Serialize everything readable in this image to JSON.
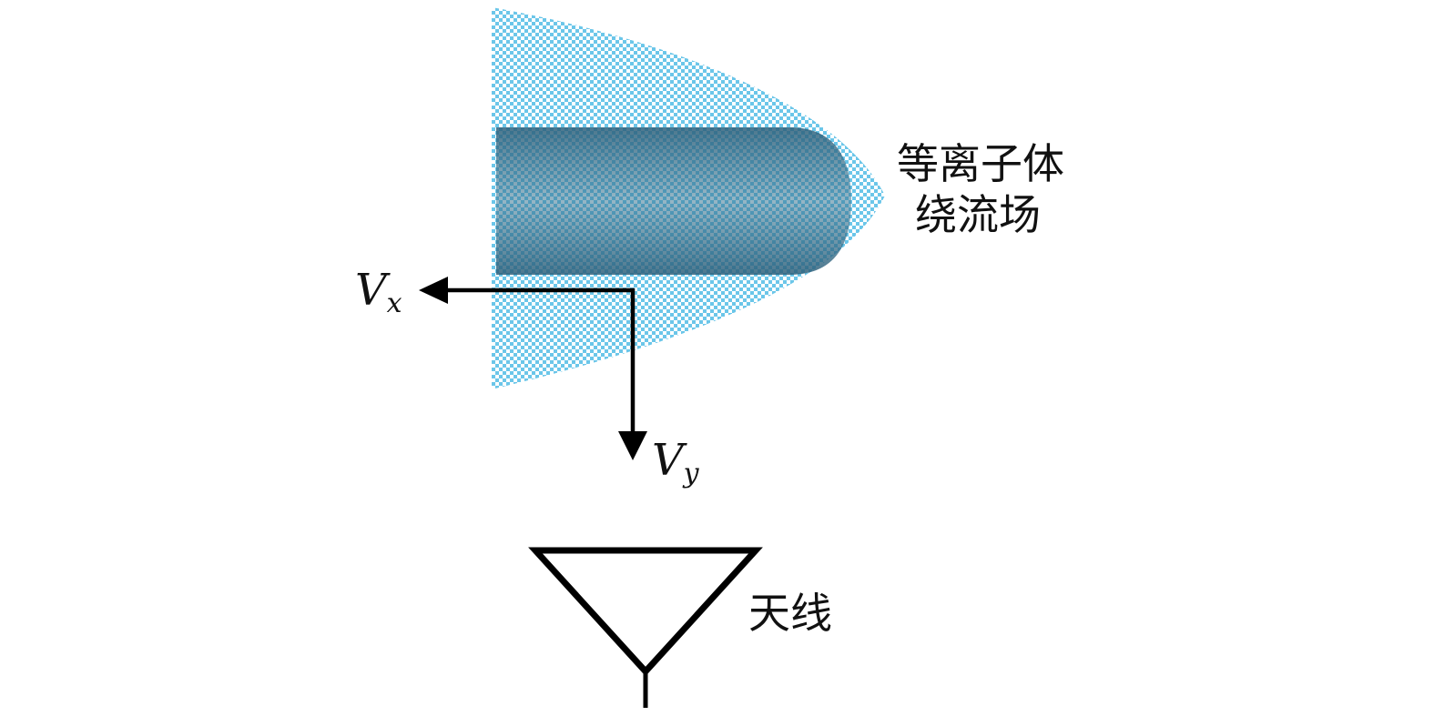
{
  "labels": {
    "plasma_line1": "等离子体",
    "plasma_line2": "绕流场",
    "antenna": "天线",
    "vx_main": "V",
    "vx_sub": "x",
    "vy_main": "V",
    "vy_sub": "y"
  },
  "colors": {
    "plasma_field": "#5bc0e6",
    "vehicle_body": "#3a6e8a",
    "arrow": "#000000",
    "antenna": "#000000"
  },
  "icons": {
    "antenna": "antenna-icon",
    "vx_arrow": "arrow-left-icon",
    "vy_arrow": "arrow-down-icon"
  }
}
